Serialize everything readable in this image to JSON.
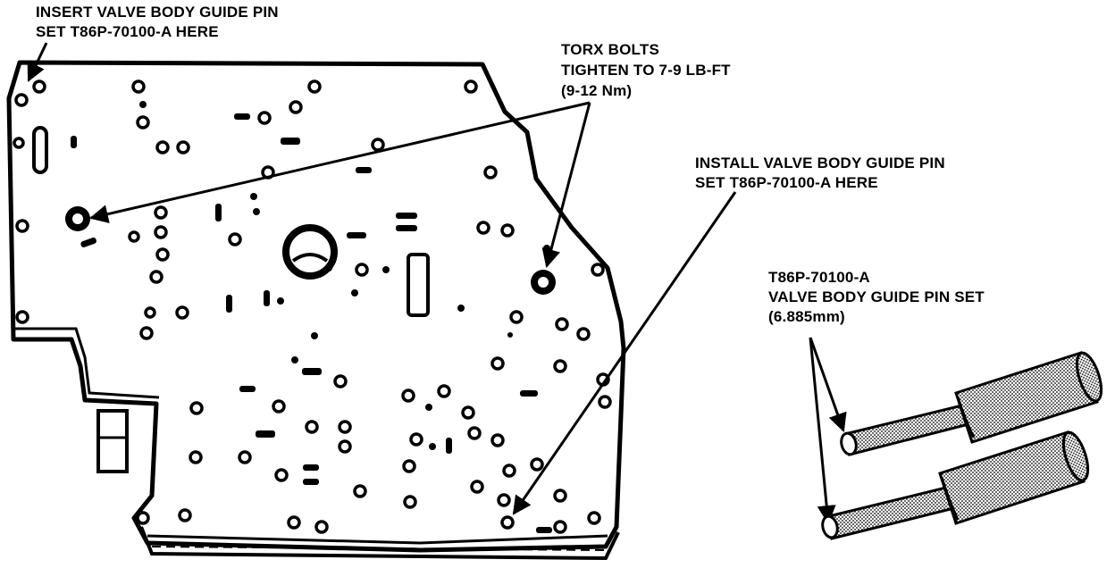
{
  "callouts": {
    "insert_pin": {
      "line1": "INSERT VALVE BODY GUIDE PIN",
      "line2": "SET T86P-70100-A HERE"
    },
    "torx_bolts": {
      "line1": "TORX BOLTS",
      "line2": "TIGHTEN TO 7-9 LB-FT",
      "line3": "(9-12 Nm)"
    },
    "install_pin": {
      "line1": "INSTALL VALVE BODY GUIDE PIN",
      "line2": "SET T86P-70100-A HERE"
    },
    "tool": {
      "line1": "T86P-70100-A",
      "line2": "VALVE BODY GUIDE PIN SET",
      "line3": "(6.885mm)"
    }
  },
  "colors": {
    "ink": "#000000",
    "paper": "#ffffff",
    "knurl": "#9a9a9a"
  }
}
